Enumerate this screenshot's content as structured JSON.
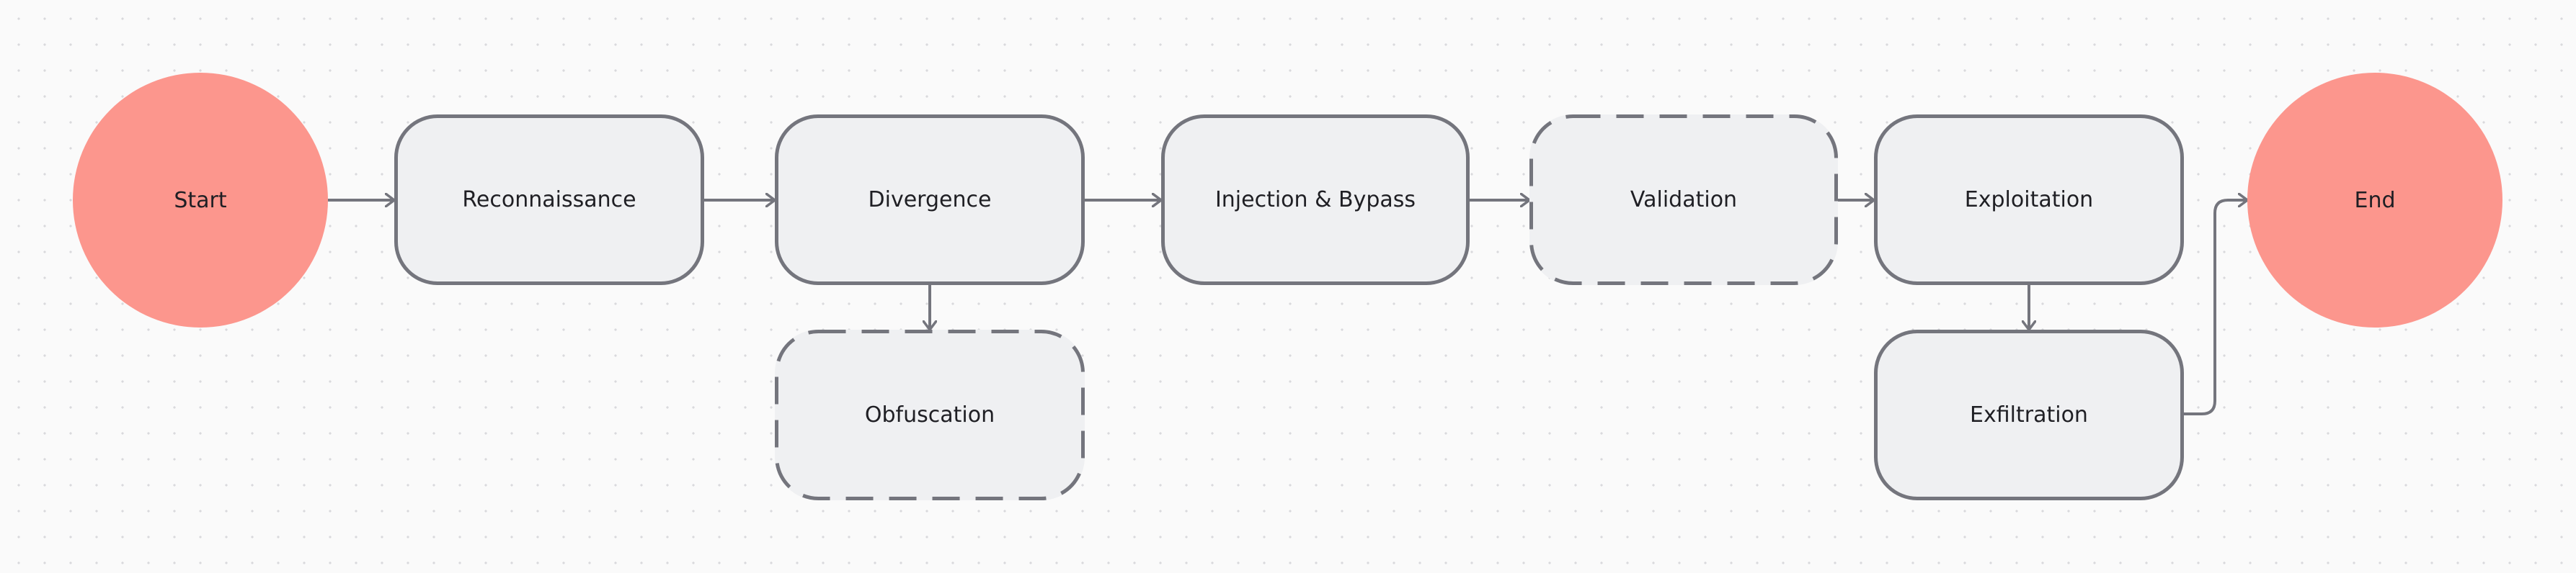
{
  "nodes": {
    "start": "Start",
    "reconnaissance": "Reconnaissance",
    "divergence": "Divergence",
    "obfuscation": "Obfuscation",
    "injection_bypass": "Injection & Bypass",
    "validation": "Validation",
    "exploitation": "Exploitation",
    "exfiltration": "Exfiltration",
    "end": "End"
  },
  "colors": {
    "terminal_fill": "#fc968d",
    "process_fill": "#eff0f2",
    "stroke": "#74757d",
    "background": "#fafafa"
  }
}
